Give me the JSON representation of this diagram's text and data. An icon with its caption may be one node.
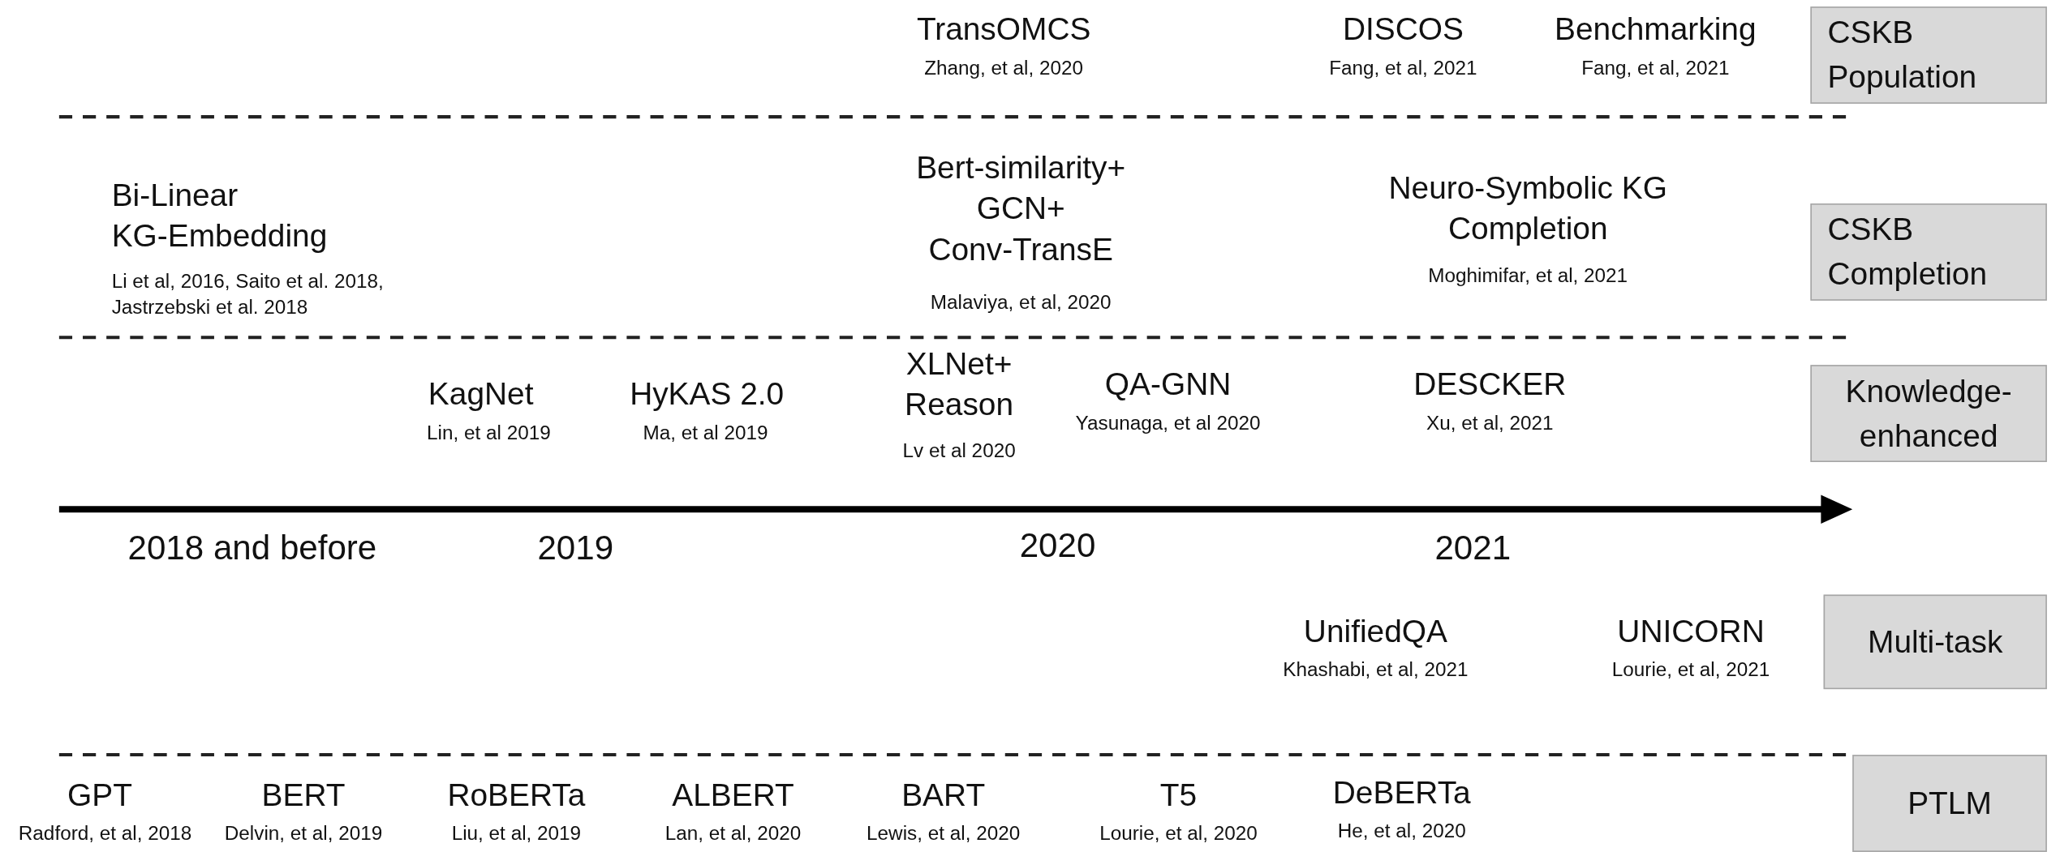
{
  "diagram": {
    "nodes": [
      {
        "text": [
          "CSKB Population"
        ]
      },
      {
        "text": [
          "CSKB Completion"
        ]
      },
      {
        "text": [
          "Knowledge-enhanced"
        ]
      },
      {
        "text": [
          "Multi-task"
        ]
      },
      {
        "text": [
          "PTLM"
        ]
      }
    ],
    "labels": [
      "TransOMCS",
      "Zhang, et al, 2020",
      "DISCOS",
      "Fang, et al, 2021",
      "Benchmarking",
      "Fang, et al, 2021",
      "Bi-Linear KG-Embedding",
      "Li et al, 2016, Saito et al. 2018, Jastrzebski et al. 2018",
      "Bert-similarity+ GCN+ Conv-TransE",
      "Malaviya, et al, 2020",
      "Neuro-Symbolic KG Completion",
      "Moghimifar, et al, 2021",
      "KagNet",
      "Lin, et al 2019",
      "HyKAS 2.0",
      "Ma, et al 2019",
      "XLNet+ Reason",
      "Lv et al 2020",
      "QA-GNN",
      "Yasunaga, et al 2020",
      "DESCKER",
      "Xu, et al, 2021",
      "2018 and before",
      "2019",
      "2020",
      "2021",
      "UnifiedQA",
      "Khashabi, et al, 2021",
      "UNICORN",
      "Lourie, et al, 2021",
      "GPT",
      "Radford, et al, 2018",
      "BERT",
      "Delvin, et al, 2019",
      "RoBERTa",
      "Liu, et al, 2019",
      "ALBERT",
      "Lan, et al, 2020",
      "BART",
      "Lewis, et al, 2020",
      "T5",
      "Lourie, et al, 2020",
      "DeBERTa",
      "He, et al, 2020"
    ]
  }
}
